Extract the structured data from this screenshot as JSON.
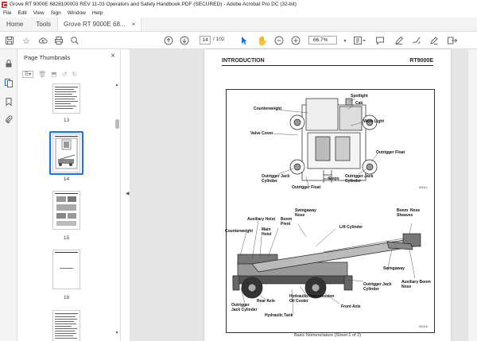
{
  "window": {
    "title": "Grove RT 9000E 6828100003 REV 11-03 Operators and Safety Handbook.PDF (SECURED) - Adobe Acrobat Pro DC (32-bit)"
  },
  "menu": [
    "File",
    "Edit",
    "View",
    "Sign",
    "Window",
    "Help"
  ],
  "tabs": {
    "home": "Home",
    "tools": "Tools",
    "document": "Grove RT 9000E 68..."
  },
  "toolbar": {
    "current_page": "14",
    "page_total": "/ 102",
    "zoom": "66.7%"
  },
  "panel": {
    "title": "Page Thumbnails",
    "thumbnails": [
      {
        "label": "13"
      },
      {
        "label": "14"
      },
      {
        "label": "15"
      },
      {
        "label": "16"
      }
    ]
  },
  "document_page": {
    "header_left": "INTRODUCTION",
    "header_right": "RT9000E",
    "caption": "Basic Nomenclature (Sheet 1 of 2)",
    "top_view_code": "0016-1",
    "side_view_code": "0016-6",
    "callouts_top": {
      "spotlight": "Spotlight",
      "cab": "Cab",
      "counterweight": "Counterweight",
      "work_light": "Work Light",
      "valve_cover": "Valve Cover",
      "outrigger_float_right": "Outrigger Float",
      "outrigger_jack_cylinder_left": "Outrigger Jack\nCylinder",
      "steps": "Steps",
      "outrigger_jack_cylinder_right": "Outrigger Jack\nCylinder",
      "outrigger_float_bottom": "Outrigger Float"
    },
    "callouts_side": {
      "swingaway_nose": "Swingaway\nNose",
      "boom_nose_sheaves": "Boom  Nose\nSheaves",
      "auxiliary_hoist": "Auxiliary Hoist",
      "boom_pivot": "Boom\nPivot",
      "counterweight": "Counterweight",
      "main_hoist": "Main\nHoist",
      "lift_cylinder": "Lift Cylinder",
      "swingaway": "Swingaway",
      "outrigger_jack_cylinder_right": "Outrigger Jack\nCylinder",
      "auxiliary_boom_nose": "Auxiliary Boom\nNose",
      "hydraulic_transmission": "Hydraulic/Transmission\nOil Cooler",
      "rear_axle": "Rear Axle",
      "front_axle": "Front Axle",
      "outrigger_jack_cylinder_left": "Outrigger\nJack Cylinder",
      "hydraulic_tank": "Hydraulic Tank"
    }
  },
  "colors": {
    "accent": "#1473e6",
    "pdf_red": "#d9282f",
    "viewer_bg": "#e6e6e6"
  }
}
